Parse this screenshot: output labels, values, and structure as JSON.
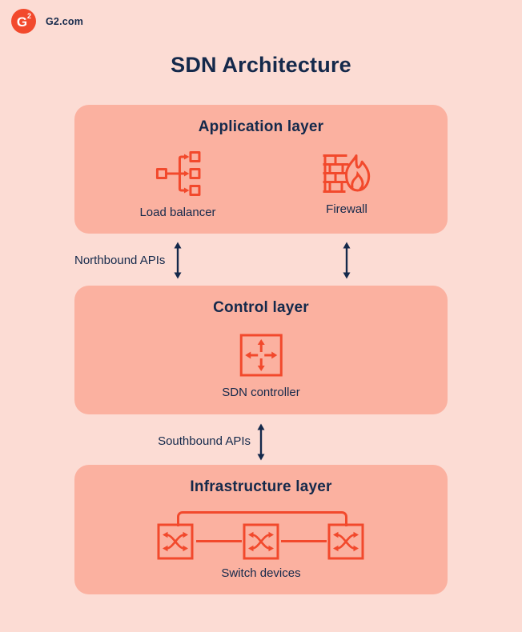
{
  "colors": {
    "background": "#fcdcd4",
    "panel": "#fbb1a0",
    "accent": "#f2492c",
    "text": "#14294b"
  },
  "header": {
    "logo_g": "G",
    "logo_sup": "2",
    "brand": "G2.com"
  },
  "title": "SDN Architecture",
  "layers": {
    "application": {
      "title": "Application layer",
      "items": [
        {
          "label": "Load balancer",
          "icon": "load-balancer-icon"
        },
        {
          "label": "Firewall",
          "icon": "firewall-icon"
        }
      ]
    },
    "control": {
      "title": "Control layer",
      "items": [
        {
          "label": "SDN controller",
          "icon": "sdn-controller-icon"
        }
      ]
    },
    "infrastructure": {
      "title": "Infrastructure layer",
      "items": [
        {
          "label": "Switch devices",
          "icon": "switch-icon",
          "count": 3
        }
      ]
    }
  },
  "connections": {
    "northbound": {
      "label": "Northbound APIs",
      "arrows": 2
    },
    "southbound": {
      "label": "Southbound APIs",
      "arrows": 1
    }
  }
}
